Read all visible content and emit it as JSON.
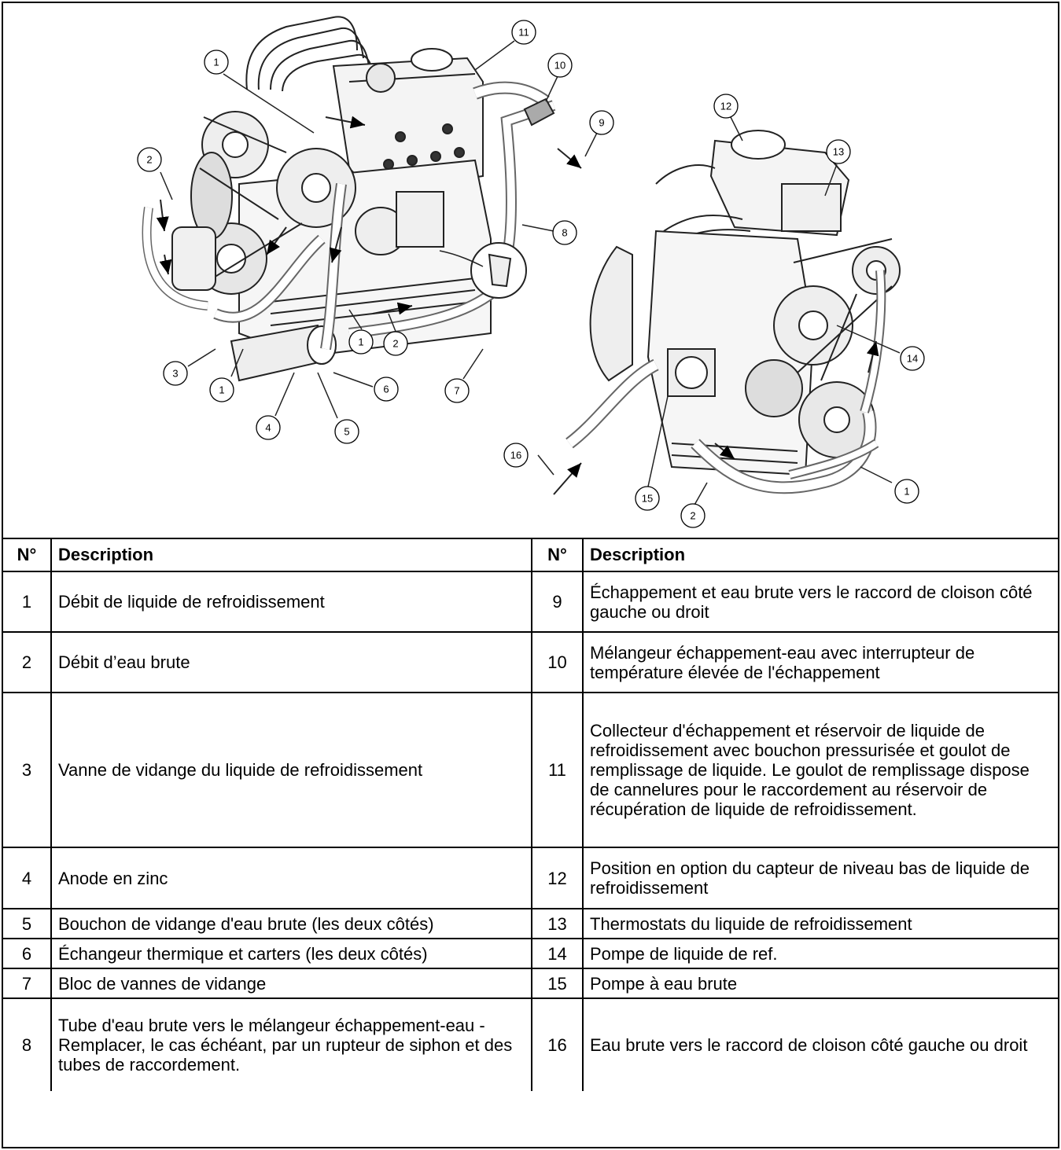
{
  "legend": {
    "headers": {
      "num_left": "N°",
      "desc_left": "Description",
      "num_right": "N°",
      "desc_right": "Description"
    },
    "rows": [
      {
        "n1": "1",
        "d1": "Débit de liquide de refroidissement",
        "n2": "9",
        "d2": "Échappement et eau brute vers le raccord de cloison côté gauche ou droit"
      },
      {
        "n1": "2",
        "d1": "Débit d’eau brute",
        "n2": "10",
        "d2": "Mélangeur échappement-eau avec interrupteur de température élevée de l'échappement"
      },
      {
        "n1": "3",
        "d1": "Vanne de vidange du liquide de refroidissement",
        "n2": "11",
        "d2": "Collecteur d'échappement et réservoir de liquide de refroidissement avec bouchon pressurisée et goulot de remplissage de liquide. Le goulot de remplissage dispose de cannelures pour le raccordement au réservoir de récupération de liquide de refroidissement."
      },
      {
        "n1": "4",
        "d1": "Anode en zinc",
        "n2": "12",
        "d2": "Position en option du capteur de niveau bas de liquide de refroidissement"
      },
      {
        "n1": "5",
        "d1": "Bouchon de vidange d'eau brute (les deux côtés)",
        "n2": "13",
        "d2": "Thermostats du liquide de refroidissement"
      },
      {
        "n1": "6",
        "d1": "Échangeur thermique et carters (les deux côtés)",
        "n2": "14",
        "d2": "Pompe de liquide de ref."
      },
      {
        "n1": "7",
        "d1": "Bloc de vannes de vidange",
        "n2": "15",
        "d2": "Pompe à eau brute"
      },
      {
        "n1": "8",
        "d1": "Tube d'eau brute vers le mélangeur échappement-eau - Remplacer, le cas échéant, par un rupteur de siphon et des tubes de raccordement.",
        "n2": "16",
        "d2": "Eau brute vers le raccord de cloison côté gauche ou droit"
      }
    ]
  },
  "figure": {
    "callouts_left": [
      "1",
      "2",
      "3",
      "1",
      "4",
      "5",
      "6",
      "1",
      "2",
      "7",
      "8",
      "9",
      "10",
      "11"
    ],
    "callouts_right": [
      "12",
      "13",
      "14",
      "1",
      "2",
      "15",
      "16"
    ]
  }
}
